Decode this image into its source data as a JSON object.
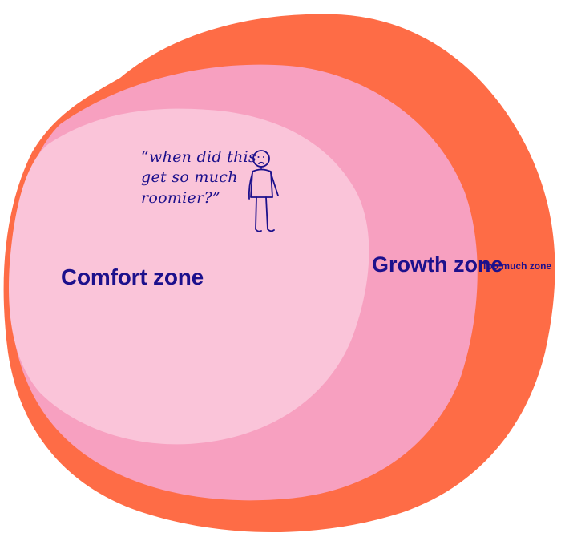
{
  "colors": {
    "too_much_zone": "#fe6c46",
    "growth_zone": "#f7a0c0",
    "comfort_zone": "#fac4d9",
    "text": "#1c108c"
  },
  "labels": {
    "comfort_zone": "Comfort zone",
    "growth_zone": "Growth zone",
    "too_much_zone": "Too much zone"
  },
  "quote": "“when did this get so much roomier?”",
  "figure_icon": "stick-figure-icon"
}
